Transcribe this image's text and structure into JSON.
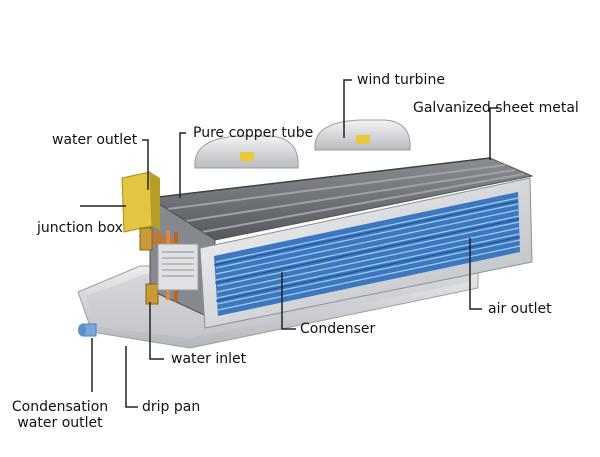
{
  "labels": {
    "wind_turbine": "wind turbine",
    "galvanized": "Galvanized sheet metal",
    "water_outlet": "water outlet",
    "copper_tube": "Pure copper tube",
    "junction_box": "junction box",
    "air_outlet": "air outlet",
    "condenser": "Condenser",
    "water_inlet": "water inlet",
    "condensation_line1": "Condensation",
    "condensation_line2": "water outlet",
    "drip_pan": "drip pan"
  },
  "colors": {
    "coil_blue": "#2f74c8",
    "casing_gray": "#6f7276",
    "frame_silver": "#d8dadd",
    "copper": "#c8742f",
    "leader_line": "#222222"
  }
}
